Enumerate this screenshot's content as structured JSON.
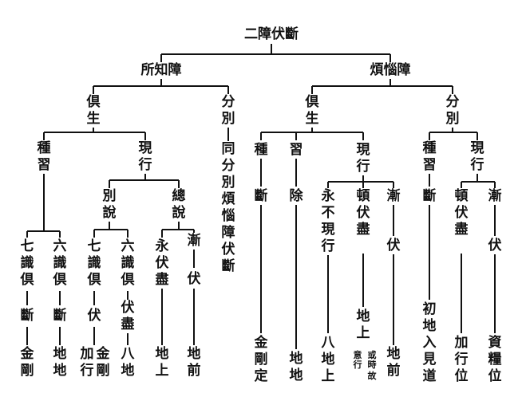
{
  "title": "二障伏斷",
  "colors": {
    "ink": "#111111",
    "paper": "#ffffff"
  },
  "nodes": {
    "shochisho": "所知障",
    "bonnou": "煩惱障",
    "A_kusho": "倶生",
    "A_funbetsu": "分別",
    "A_funbetsu_desc": "同分別煩惱障伏斷",
    "A_shuji": "種習",
    "A_genko": "現行",
    "A_bessetsu": "別說",
    "A_sousetsu": "總說",
    "A1_head": "七識倶",
    "A1_act": "斷",
    "A1_stage": "金剛",
    "A2_head": "六識倶",
    "A2_act": "斷",
    "A2_stage": "地地",
    "A3_head": "七識倶",
    "A3_act": "伏",
    "A3_stage_a": "加行",
    "A3_stage_b": "金剛",
    "A4_head": "六識倶",
    "A4_act": "伏盡",
    "A4_stage": "八地",
    "A5_head": "永伏盡",
    "A5_stage": "地上",
    "A6_head": "漸",
    "A6_act": "伏",
    "A6_stage": "地前",
    "B_kusho": "倶生",
    "B_funbetsu": "分別",
    "B_shu": "種",
    "B_shu_act": "斷",
    "B_shu_stage": "金剛定",
    "B_shuu": "習",
    "B_shuu_act": "除",
    "B_shuu_stage": "地地",
    "B_genko": "現行",
    "B1_head": "永不現行",
    "B1_stage": "八地上",
    "B2_head": "頓伏盡",
    "B2_stage": "地上",
    "B2_note_a": "或",
    "B2_note_b": "時",
    "B2_note_c": "故",
    "B2_note_d": "意行",
    "B3_head": "漸",
    "B3_act": "伏",
    "B3_stage": "地前",
    "C_shuji": "種習",
    "C_shuji_act": "斷",
    "C_shuji_stage": "初地入見道",
    "C_genko": "現行",
    "C1_head": "頓伏盡",
    "C1_stage": "加行位",
    "C2_head": "漸",
    "C2_act": "伏",
    "C2_stage": "資糧位"
  }
}
